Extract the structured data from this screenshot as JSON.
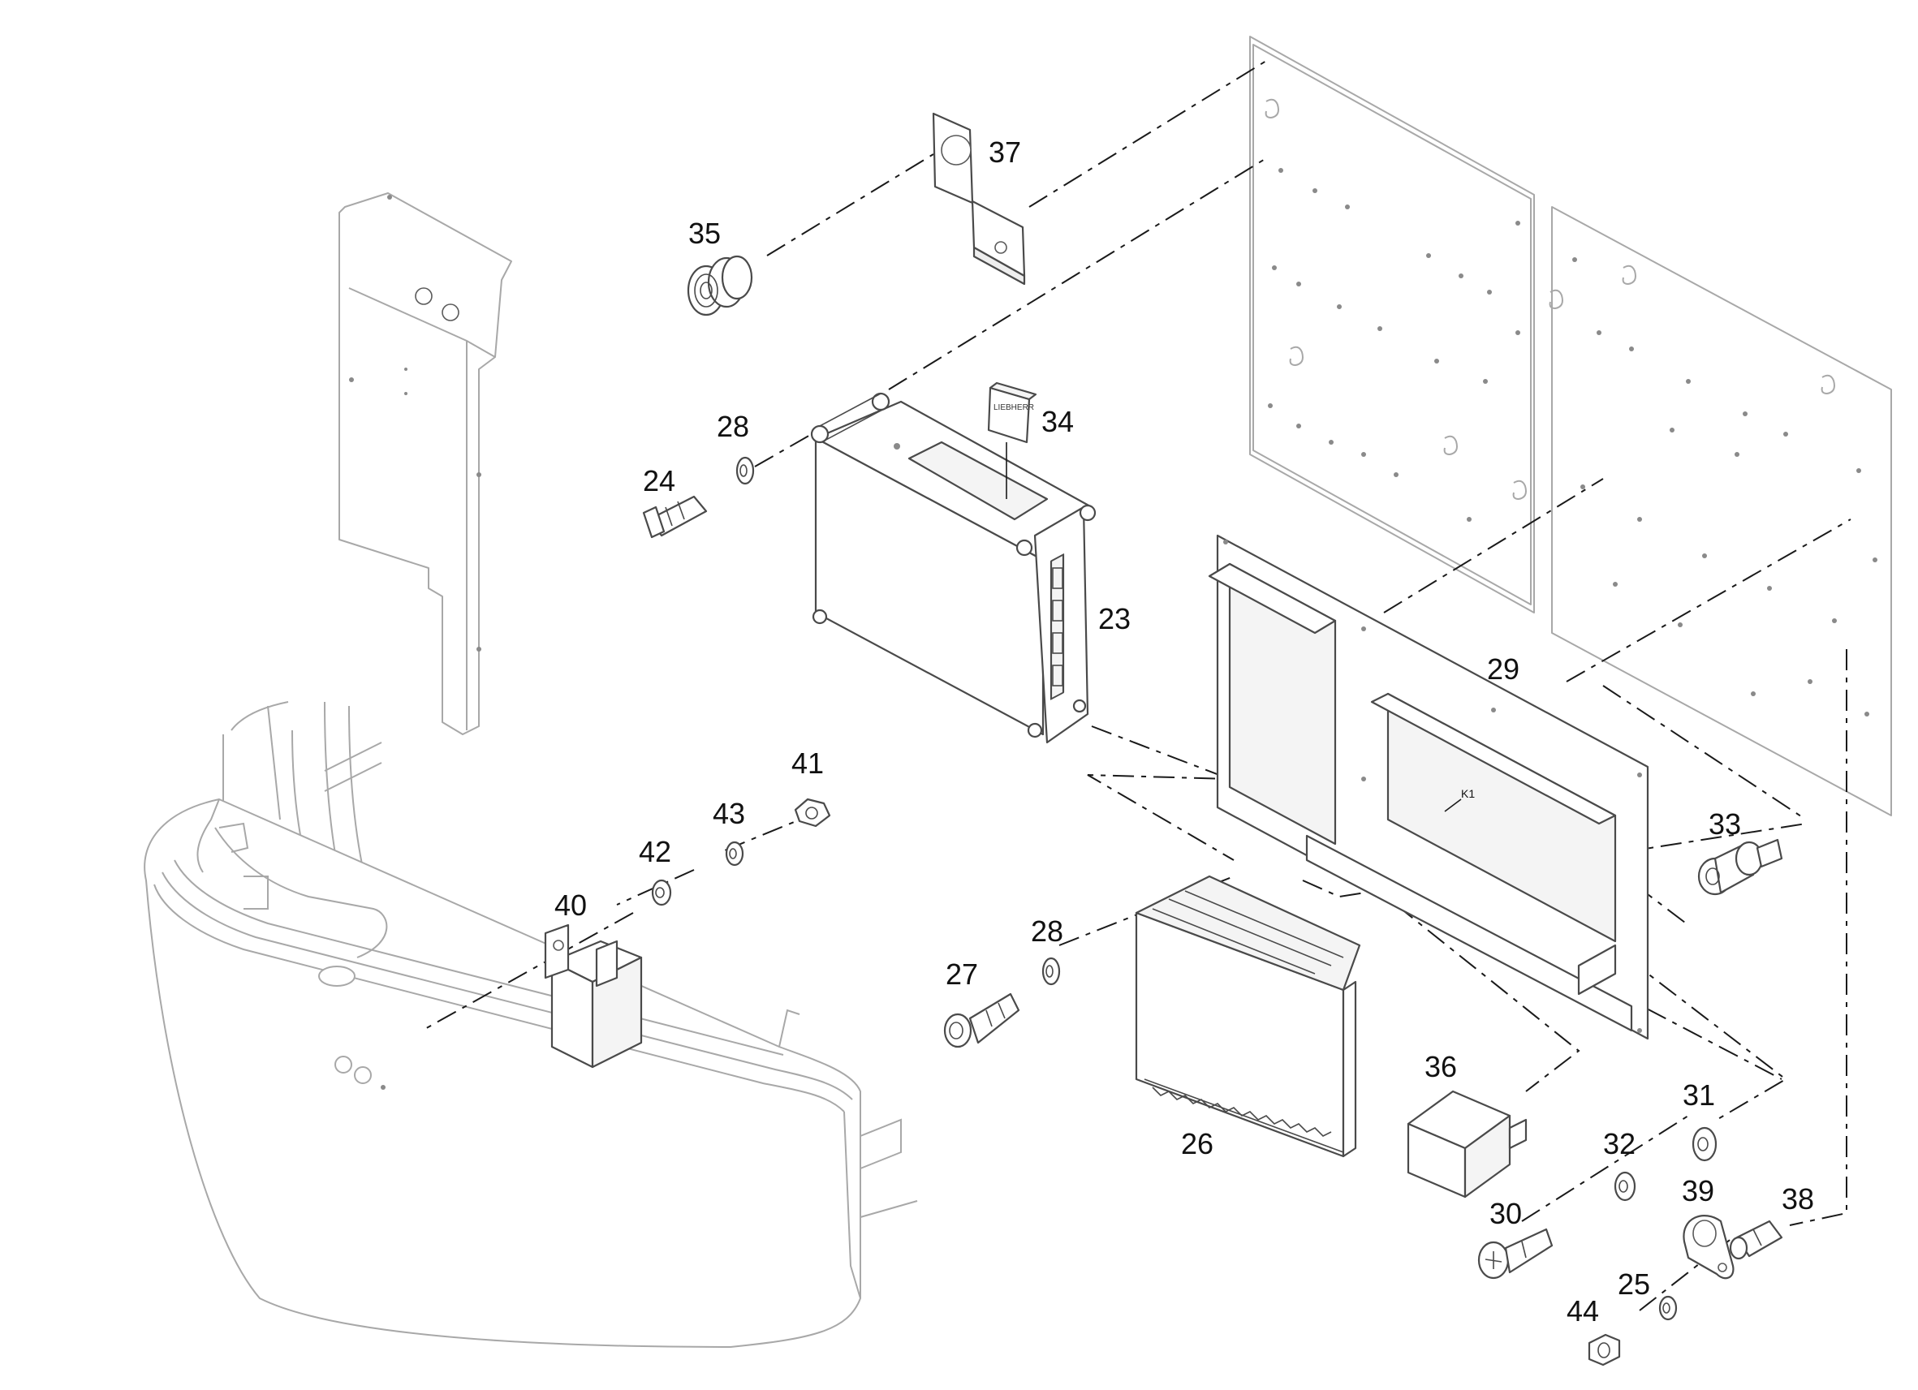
{
  "callouts": {
    "c23": "23",
    "c24": "24",
    "c25": "25",
    "c26": "26",
    "c27": "27",
    "c28a": "28",
    "c28b": "28",
    "c29": "29",
    "c30": "30",
    "c31": "31",
    "c32": "32",
    "c33": "33",
    "c34": "34",
    "c35": "35",
    "c36": "36",
    "c37": "37",
    "c38": "38",
    "c39": "39",
    "c40": "40",
    "c41": "41",
    "c42": "42",
    "c43": "43",
    "c44": "44"
  },
  "board_label": "K1",
  "sticker_text": "LIEBHERR",
  "colors": {
    "line": "#4a4a4a",
    "ghost": "#a8a8a8",
    "background": "#ffffff"
  }
}
